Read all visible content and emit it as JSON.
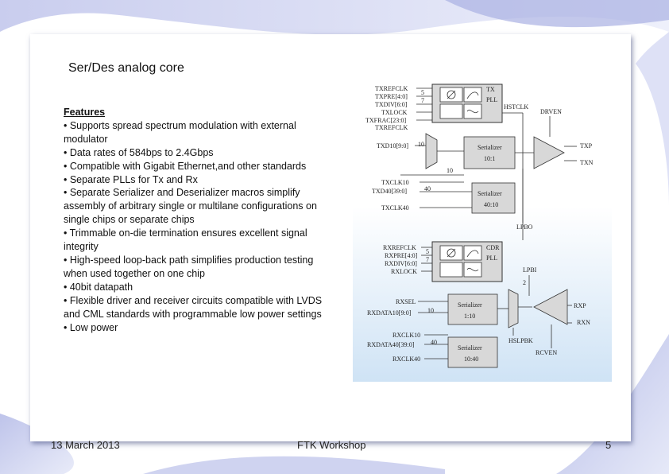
{
  "slide": {
    "title": "Ser/Des analog core",
    "features_heading": "Features",
    "bullets": [
      "• Supports spread spectrum modulation with external modulator",
      "• Data rates of 584bps to 2.4Gbps",
      "• Compatible with Gigabit Ethernet,and other standards",
      "• Separate PLLs for Tx and Rx",
      "• Separate Serializer and Deserializer macros simplify assembly of arbitrary single or multilane configurations on single chips or separate chips",
      "• Trimmable on-die termination ensures excellent signal integrity",
      "• High-speed loop-back path simplifies production testing when used together on one chip",
      "• 40bit datapath",
      "• Flexible driver and receiver circuits compatible with LVDS and CML standards with programmable low power settings",
      "• Low power"
    ]
  },
  "footer": {
    "date": "13 March 2013",
    "event": "FTK Workshop",
    "page": "5"
  },
  "diagram": {
    "tx_inputs": [
      "TXREFCLK",
      "TXPRE[4:0]",
      "TXDIV[6:0]",
      "TXLOCK",
      "TXFRAC[23:0]",
      "TXREFCLK"
    ],
    "tx_pll": [
      "TX",
      "PLL"
    ],
    "hstclk": "HSTCLK",
    "drven": "DRVEN",
    "txd10": "TXD10[9:0]",
    "bus10": "10",
    "bus10b": "10",
    "serializer_a": [
      "Serializer",
      "10:1"
    ],
    "txp": "TXP",
    "txn": "TXN",
    "txclk10": "TXCLK10",
    "txd40": "TXD40[39:0]",
    "bus40": "40",
    "txclk40": "TXCLK40",
    "serializer_b": [
      "Serializer",
      "40:10"
    ],
    "lpbo": "LPBO",
    "rx_inputs": [
      "RXREFCLK",
      "RXPRE[4:0]",
      "RXDIV[6:0]",
      "RXLOCK"
    ],
    "cdr_pll": [
      "CDR",
      "PLL"
    ],
    "lpbi": "LPBI",
    "rxsel": "RXSEL",
    "rxdata10": "RXDATA10[9:0]",
    "rxbus10": "10",
    "serializer_c": [
      "Serializer",
      "1:10"
    ],
    "rxp": "RXP",
    "rxn": "RXN",
    "rxclk10": "RXCLK10",
    "rxdata40": "RXDATA40[39:0]",
    "rxbus40": "40",
    "rxclk40": "RXCLK40",
    "serializer_d": [
      "Serializer",
      "10:40"
    ],
    "hslpbk": "HSLPBK",
    "rcven": "RCVEN",
    "bus5a": "5",
    "bus7a": "7",
    "bus5b": "5",
    "bus7b": "7",
    "bus2": "2"
  }
}
